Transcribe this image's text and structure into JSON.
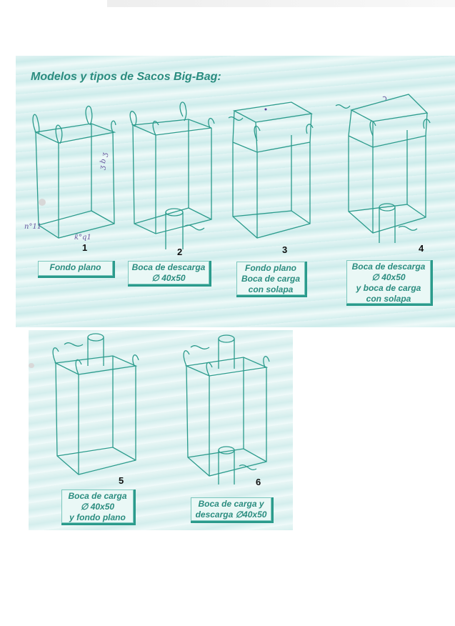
{
  "title": "Modelos y tipos de Sacos Big-Bag:",
  "models": [
    {
      "number": "1",
      "label": [
        "Fondo plano"
      ]
    },
    {
      "number": "2",
      "label": [
        "Boca de descarga",
        "∅ 40x50"
      ]
    },
    {
      "number": "3",
      "label": [
        "Fondo plano",
        "Boca de carga",
        "con solapa"
      ]
    },
    {
      "number": "4",
      "label": [
        "Boca de descarga",
        "∅ 40x50",
        "y boca de carga",
        "con solapa"
      ]
    },
    {
      "number": "5",
      "label": [
        "Boca de carga",
        "∅ 40x50",
        "y fondo plano"
      ]
    },
    {
      "number": "6",
      "label": [
        "Boca de carga y",
        "descarga ∅40x50"
      ]
    }
  ],
  "colors": {
    "accent": "#2b9b8c",
    "title_text": "#2a8c7f",
    "label_background": "#eaf8f6",
    "handwriting": "#6a5aa0"
  }
}
